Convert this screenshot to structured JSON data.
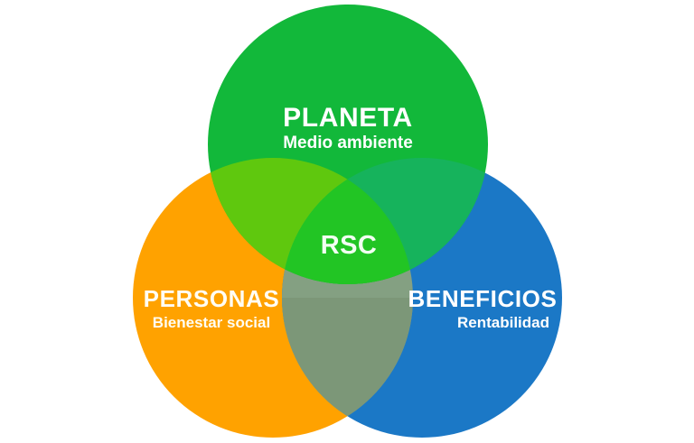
{
  "diagram": {
    "kind": "venn-diagram-3-set",
    "background_color": "#ffffff",
    "center": {
      "label": "RSC",
      "text_color": "#f2fff2",
      "fill_color": "#22c524"
    },
    "sets": [
      {
        "id": "planeta",
        "title": "PLANETA",
        "subtitle": "Medio ambiente",
        "color": "#12b83a",
        "text_color": "#ffffff",
        "position": "top"
      },
      {
        "id": "personas",
        "title": "PERSONAS",
        "subtitle": "Bienestar social",
        "color": "#ffa200",
        "text_color": "#fffdf4",
        "position": "bottom-left"
      },
      {
        "id": "beneficios",
        "title": "BENEFICIOS",
        "subtitle": "Rentabilidad",
        "color": "#1b78c6",
        "text_color": "#ffffff",
        "position": "bottom-right"
      }
    ],
    "intersections": [
      {
        "id": "planeta-personas",
        "color": "#5fc80e"
      },
      {
        "id": "planeta-beneficios",
        "color": "#16b35c"
      },
      {
        "id": "personas-beneficios",
        "color": "#84a082"
      },
      {
        "id": "planeta-personas-beneficios",
        "color": "#7c9778"
      }
    ]
  }
}
